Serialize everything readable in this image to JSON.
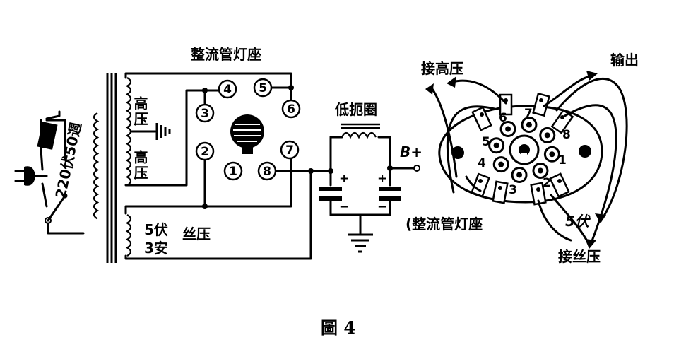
{
  "schematic": {
    "socket_title": "整流管灯座",
    "mains_label": "220伏50週",
    "hv_label_upper": "高压",
    "hv_label_lower": "高压",
    "heater_rating_v": "5伏",
    "heater_rating_a": "3安",
    "heater_label": "丝压",
    "choke_label": "低扼圈",
    "output_label": "B+",
    "cap_plus_left": "+",
    "cap_plus_right": "+",
    "cap_minus_left": "−",
    "cap_minus_right": "−",
    "pins": [
      "①",
      "②",
      "③",
      "④",
      "⑤",
      "⑥",
      "⑦",
      "⑧"
    ]
  },
  "socket_view": {
    "to_high_voltage": "接高压",
    "output": "输出",
    "socket_label": "(整流管灯座",
    "heater_5v": "5伏",
    "to_heater_voltage": "接丝压",
    "pin_numbers": [
      "1",
      "2",
      "3",
      "4",
      "5",
      "6",
      "7",
      "8"
    ]
  },
  "caption": "圖 4"
}
